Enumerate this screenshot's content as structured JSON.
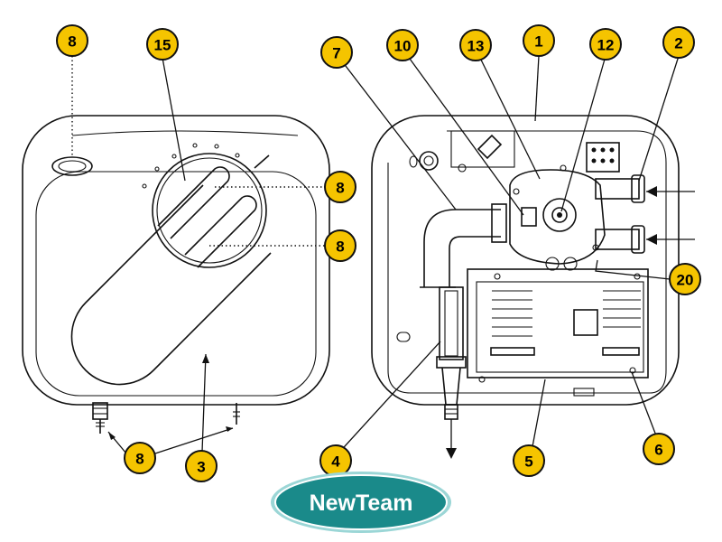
{
  "brand": {
    "logo_text": "NewTeam",
    "logo_fill": "#1a8a8a",
    "logo_ring": "#9bd6d6"
  },
  "colors": {
    "callout_fill": "#f5c400",
    "line": "#111111"
  },
  "front_view": {
    "callouts": [
      {
        "id": "f-8-top",
        "label": "8"
      },
      {
        "id": "f-15",
        "label": "15"
      },
      {
        "id": "f-8-mid1",
        "label": "8"
      },
      {
        "id": "f-8-mid2",
        "label": "8"
      },
      {
        "id": "f-8-bottom",
        "label": "8"
      },
      {
        "id": "f-3",
        "label": "3"
      }
    ]
  },
  "internal_view": {
    "callouts": [
      {
        "id": "i-7",
        "label": "7"
      },
      {
        "id": "i-10",
        "label": "10"
      },
      {
        "id": "i-13",
        "label": "13"
      },
      {
        "id": "i-1",
        "label": "1"
      },
      {
        "id": "i-12",
        "label": "12"
      },
      {
        "id": "i-2",
        "label": "2"
      },
      {
        "id": "i-20",
        "label": "20"
      },
      {
        "id": "i-4",
        "label": "4"
      },
      {
        "id": "i-5",
        "label": "5"
      },
      {
        "id": "i-6",
        "label": "6"
      }
    ]
  }
}
